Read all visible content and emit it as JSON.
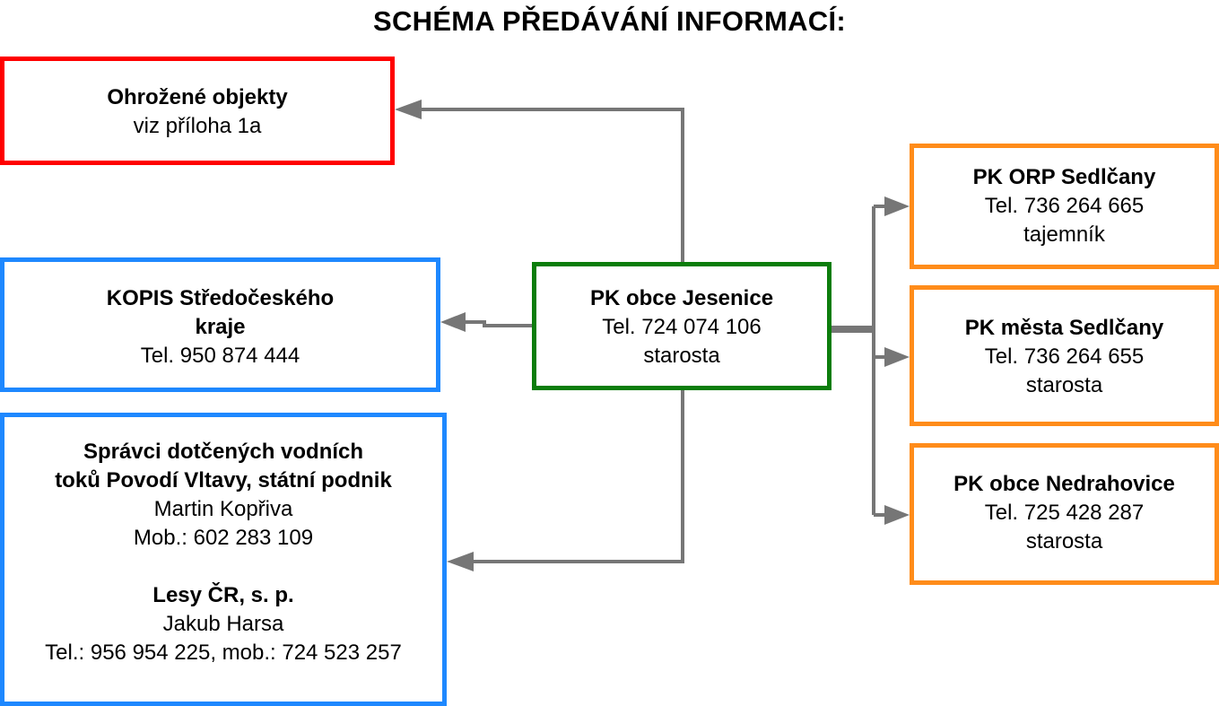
{
  "title": "SCHÉMA PŘEDÁVÁNÍ INFORMACÍ:",
  "colors": {
    "threatened_border": "#ff0000",
    "regional_border": "#1e88ff",
    "center_border": "#0b7d0b",
    "municipal_border": "#ff8c1a",
    "connector": "#767676"
  },
  "threatened": {
    "name": "Ohrožené objekty",
    "note": "viz příloha 1a"
  },
  "kopis": {
    "name_line1": "KOPIS Středočeského",
    "name_line2": "kraje",
    "phone": "Tel. 950 874 444"
  },
  "water": {
    "name_line1": "Správci dotčených vodních",
    "name_line2": "toků Povodí Vltavy, státní podnik",
    "contact_name": "Martin Kopřiva",
    "contact_phone": "Mob.: 602 283 109",
    "lesy_name": "Lesy ČR, s. p.",
    "lesy_contact": "Jakub Harsa",
    "lesy_phone": "Tel.: 956 954 225, mob.: 724 523 257"
  },
  "center": {
    "name": "PK obce Jesenice",
    "phone": "Tel. 724 074 106",
    "role": "starosta"
  },
  "orp": {
    "name": "PK ORP Sedlčany",
    "phone": "Tel. 736 264 665",
    "role": "tajemník"
  },
  "mesto": {
    "name": "PK města Sedlčany",
    "phone": "Tel. 736 264 655",
    "role": "starosta"
  },
  "nedrahovice": {
    "name": "PK obce Nedrahovice",
    "phone": "Tel. 725 428 287",
    "role": "starosta"
  }
}
